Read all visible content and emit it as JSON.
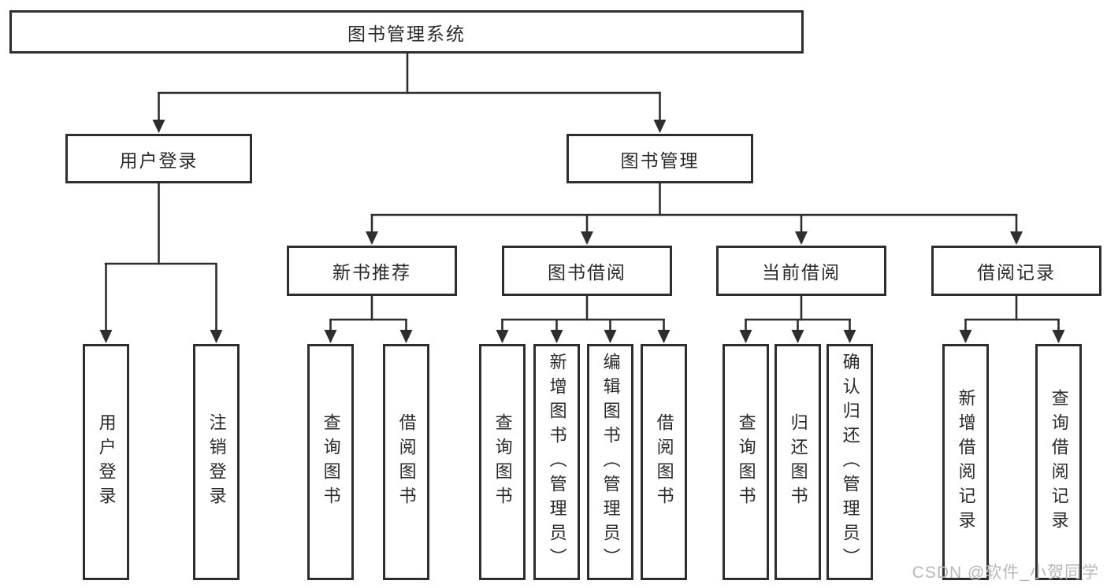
{
  "diagram": {
    "root_label": "图书管理系统",
    "level2": [
      {
        "label": "用户登录"
      },
      {
        "label": "图书管理"
      }
    ],
    "level3": [
      {
        "label": "新书推荐"
      },
      {
        "label": "图书借阅"
      },
      {
        "label": "当前借阅"
      },
      {
        "label": "借阅记录"
      }
    ],
    "leaves": {
      "user_login": [
        "用户登录",
        "注销登录"
      ],
      "new_books": [
        "查询图书",
        "借阅图书"
      ],
      "book_borrow": [
        "查询图书",
        "新增图书（管理员）",
        "编辑图书（管理员）",
        "借阅图书"
      ],
      "current_borrow": [
        "查询图书",
        "归还图书",
        "确认归还（管理员）"
      ],
      "borrow_records": [
        "新增借阅记录",
        "查询借阅记录"
      ]
    },
    "colors": {
      "line": "#2e2e2e",
      "text": "#2a2a2a",
      "box_background": "#ffffff",
      "watermark": "#b8b8b8"
    }
  },
  "watermark": "CSDN @软件_小贺同学"
}
